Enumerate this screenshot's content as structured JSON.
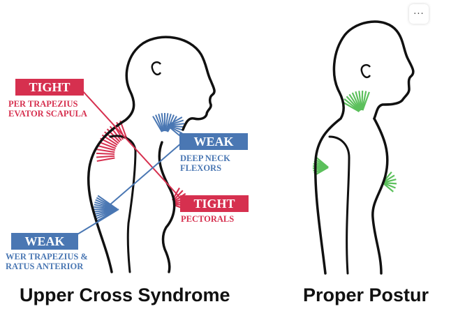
{
  "more_button": {
    "glyph": "···"
  },
  "left": {
    "caption": "Upper Cross  Syndrome",
    "tag_tight_1": "TIGHT",
    "tight_1_line1": "PER TRAPEZIUS",
    "tight_1_line2": "EVATOR SCAPULA",
    "tag_weak_1": "WEAK",
    "weak_1_line1": "DEEP NECK",
    "weak_1_line2": "FLEXORS",
    "tag_tight_2": "TIGHT",
    "tight_2_line1": "PECTORALS",
    "tag_weak_2": "WEAK",
    "weak_2_line1": "WER TRAPEZIUS &",
    "weak_2_line2": "RATUS ANTERIOR"
  },
  "right": {
    "caption": "Proper Postur"
  },
  "colors": {
    "tight": "#d6304f",
    "weak": "#4a77b3",
    "healthy": "#5cc05c",
    "outline": "#111111"
  }
}
